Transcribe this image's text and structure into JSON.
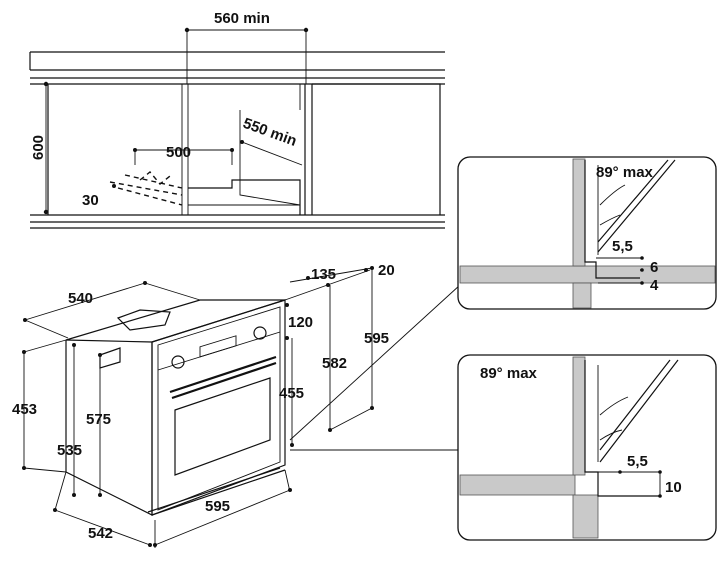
{
  "cabinet_top_view": {
    "width_min": "560 min",
    "height": "600",
    "depth": "500",
    "diag_depth": "550 min",
    "angle": "30"
  },
  "oven_view": {
    "depth_540": "540",
    "offset_135": "135",
    "offset_20": "20",
    "panel_120": "120",
    "height_595": "595",
    "height_582": "582",
    "height_455": "455",
    "height_453": "453",
    "height_575": "575",
    "width_535": "535",
    "width_542": "542",
    "width_595": "595"
  },
  "detail_top": {
    "angle": "89° max",
    "gap": "5,5",
    "dim_6": "6",
    "dim_4": "4"
  },
  "detail_bottom": {
    "angle": "89° max",
    "gap": "5,5",
    "dim_10": "10"
  }
}
